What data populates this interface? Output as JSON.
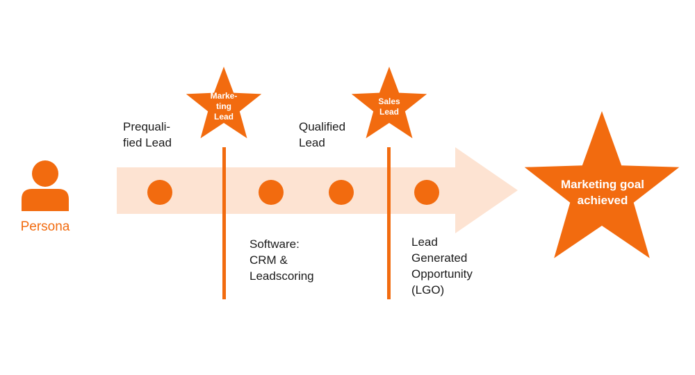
{
  "persona": {
    "label": "Persona",
    "icon": "person-icon"
  },
  "stages": {
    "prequalified_lead": "Prequali-\nfied Lead",
    "qualified_lead": "Qualified\nLead",
    "software": "Software:\nCRM &\nLeadscoring",
    "lgo": "Lead\nGenerated\nOpportunity\n(LGO)"
  },
  "milestones": {
    "marketing_lead": "Marke-\nting\nLead",
    "sales_lead": "Sales\nLead"
  },
  "goal": {
    "label": "Marketing goal\nachieved"
  },
  "colors": {
    "accent": "#f26b0f",
    "arrow": "#fde3d2",
    "text": "#1a1a1a"
  }
}
